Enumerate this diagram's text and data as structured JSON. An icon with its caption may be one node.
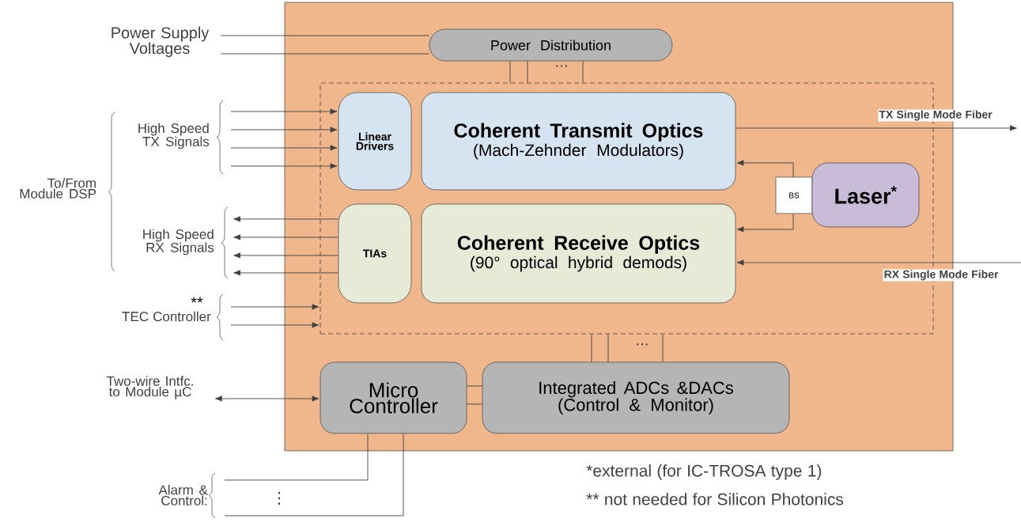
{
  "diagram": {
    "nodes": [
      {
        "text": [],
        "shape": "box"
      },
      {
        "text": [
          "Power Distribution"
        ],
        "in": 0
      },
      {
        "text": [],
        "shape": "box",
        "in": 0
      },
      {
        "text": [
          "Linear Drivers"
        ],
        "in": 2
      },
      {
        "text": [
          "Coherent Transmit Optics",
          "(Mach-Zehnder Modulators)"
        ],
        "in": 2
      },
      {
        "text": [
          "TIAs"
        ],
        "in": 2
      },
      {
        "text": [
          "Coherent Receive Optics",
          "(90°  optical hybrid demods)"
        ],
        "in": 2
      },
      {
        "text": [
          "BS"
        ],
        "in": 2
      },
      {
        "text": [
          "Laser$^{*}$"
        ],
        "in": 2
      },
      {
        "text": [
          "Micro Controller"
        ],
        "in": 0
      },
      {
        "text": [
          "Integrated ADCs &DACs (Control & Monitor)"
        ],
        "in": 0
      },
      {
        "text": [
          "Power Supply Voltages"
        ]
      },
      {
        "text": [
          "High Speed TX Signals"
        ]
      },
      {
        "text": [
          "High Speed RX Signals"
        ]
      },
      {
        "text": [
          "TEC Controller"
        ],
        "beside": [
          "**"
        ]
      },
      {
        "text": [
          "Two-wire Intfc. to Module µC"
        ]
      },
      {
        "text": [
          "Alarm & Control:"
        ]
      }
    ],
    "edges": [
      {
        "from": 11,
        "to": 1,
        "arrow": "none"
      },
      {
        "from": 11,
        "to": 1,
        "arrow": "none"
      },
      {
        "from": 1,
        "to": 2,
        "arrow": "none"
      },
      {
        "from": 1,
        "to": 2,
        "arrow": "none"
      },
      {
        "from": 1,
        "to": 2,
        "arrow": "none"
      },
      {
        "from": 12,
        "to": 3,
        "arrow": "to"
      },
      {
        "from": 12,
        "to": 3,
        "arrow": "to"
      },
      {
        "from": 12,
        "to": 3,
        "arrow": "to"
      },
      {
        "from": 12,
        "to": 3,
        "arrow": "to"
      },
      {
        "from": 5,
        "to": 13,
        "arrow": "to"
      },
      {
        "from": 5,
        "to": 13,
        "arrow": "to"
      },
      {
        "from": 5,
        "to": 13,
        "arrow": "to"
      },
      {
        "from": 5,
        "to": 13,
        "arrow": "to"
      },
      {
        "from": 14,
        "to": 2,
        "arrow": "to"
      },
      {
        "from": 14,
        "to": 2,
        "arrow": "to"
      },
      {
        "from": 15,
        "to": 9,
        "arrow": "both"
      },
      {
        "from": 9,
        "to": 16,
        "arrow": "none"
      },
      {
        "from": 9,
        "to": 16,
        "arrow": "none"
      },
      {
        "from": 9,
        "to": 10,
        "arrow": "none"
      },
      {
        "from": 9,
        "to": 10,
        "arrow": "none"
      },
      {
        "from": 10,
        "to": 2,
        "arrow": "none"
      },
      {
        "from": 10,
        "to": 2,
        "arrow": "none"
      },
      {
        "from": 10,
        "to": 2,
        "arrow": "none"
      },
      {
        "from": 4,
        "to": null,
        "arrow": "to",
        "label": "TX Single Mode Fiber"
      },
      {
        "from": null,
        "to": 6,
        "arrow": "to",
        "label": "RX Single Mode Fiber"
      },
      {
        "from": 7,
        "to": 4,
        "arrow": "to"
      },
      {
        "from": 7,
        "to": 6,
        "arrow": "to"
      }
    ],
    "labels": [
      "···",
      "To/From Module DSP",
      "···",
      "*external (for IC-TROSA type 1)",
      "⋮",
      "** not needed for Silicon Photonics"
    ]
  }
}
